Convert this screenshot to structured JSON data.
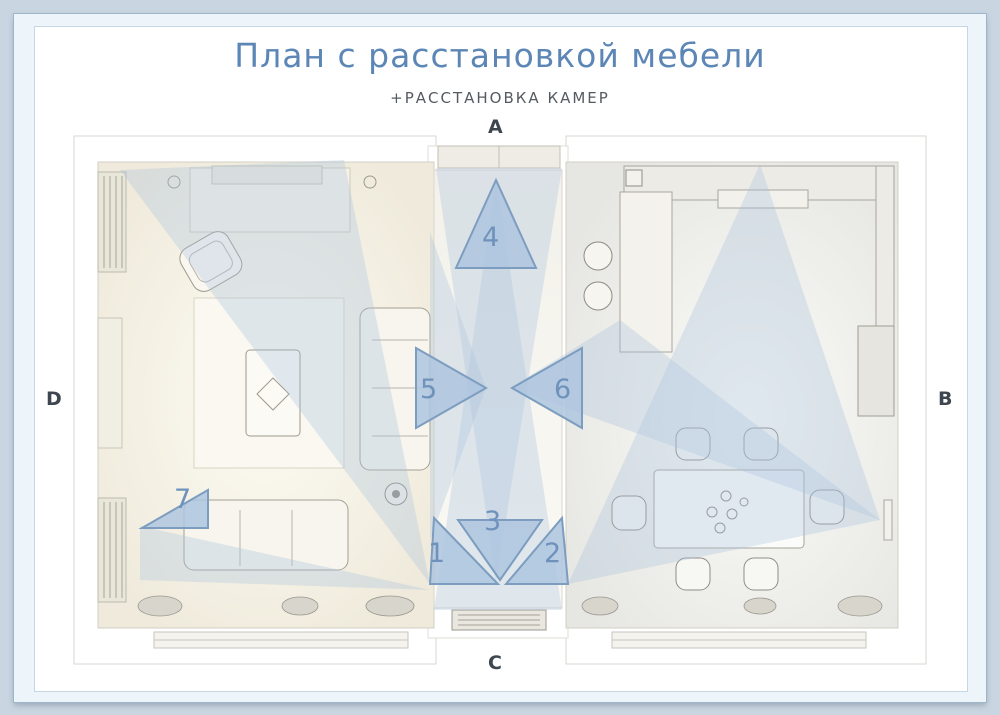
{
  "header": {
    "title": "План с расстановкой мебели",
    "subtitle": "+РАССТАНОВКА КАМЕР"
  },
  "sides": {
    "top": "A",
    "right": "B",
    "bottom": "C",
    "left": "D"
  },
  "cameras": [
    "1",
    "2",
    "3",
    "4",
    "5",
    "6",
    "7"
  ],
  "colors": {
    "accent": "#5b86b5",
    "camera_fill": "#a9c3dd",
    "camera_stroke": "#7d9dc0",
    "wall": "#ffffff",
    "floor": "#f7f4ea"
  }
}
